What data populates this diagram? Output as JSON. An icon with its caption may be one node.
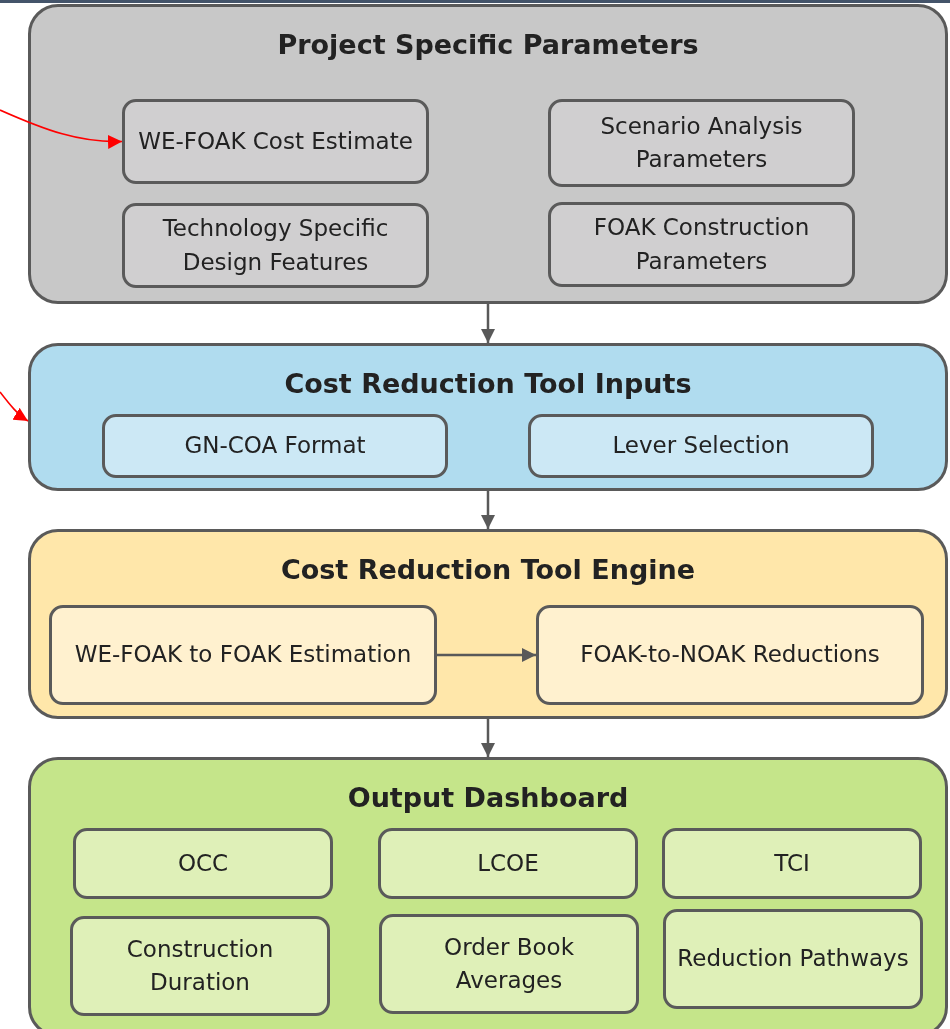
{
  "diagram": {
    "nodes": [
      {
        "text": [
          "Project Specific Parameters"
        ]
      },
      {
        "text": [
          "WE-FOAK Cost Estimate"
        ],
        "in": 0
      },
      {
        "text": [
          "Scenario Analysis Parameters"
        ],
        "in": 0
      },
      {
        "text": [
          "Technology Specific Design Features"
        ],
        "in": 0
      },
      {
        "text": [
          "FOAK Construction Parameters"
        ],
        "in": 0
      },
      {
        "text": [
          "Cost Reduction Tool Inputs"
        ]
      },
      {
        "text": [
          "GN-COA Format"
        ],
        "in": 5
      },
      {
        "text": [
          "Lever Selection"
        ],
        "in": 5
      },
      {
        "text": [
          "Cost Reduction Tool Engine"
        ]
      },
      {
        "text": [
          "WE-FOAK to FOAK Estimation"
        ],
        "in": 8
      },
      {
        "text": [
          "FOAK-to-NOAK Reductions"
        ],
        "in": 8
      },
      {
        "text": [
          "Output Dashboard"
        ]
      },
      {
        "text": [
          "OCC"
        ],
        "in": 11
      },
      {
        "text": [
          "LCOE"
        ],
        "in": 11
      },
      {
        "text": [
          "TCI"
        ],
        "in": 11
      },
      {
        "text": [
          "Construction Duration"
        ],
        "in": 11
      },
      {
        "text": [
          "Order Book Averages"
        ],
        "in": 11
      },
      {
        "text": [
          "Reduction Pathways"
        ],
        "in": 11
      }
    ],
    "edges": [
      {
        "from": 0,
        "to": 5,
        "arrow": "to"
      },
      {
        "from": 5,
        "to": 8,
        "arrow": "to"
      },
      {
        "from": 9,
        "to": 10,
        "arrow": "to"
      },
      {
        "from": 8,
        "to": 11,
        "arrow": "to"
      },
      {
        "from": null,
        "to": 1,
        "arrow": "to",
        "color": "#ff0000"
      },
      {
        "from": null,
        "to": 5,
        "arrow": "to",
        "color": "#ff0000"
      }
    ]
  }
}
